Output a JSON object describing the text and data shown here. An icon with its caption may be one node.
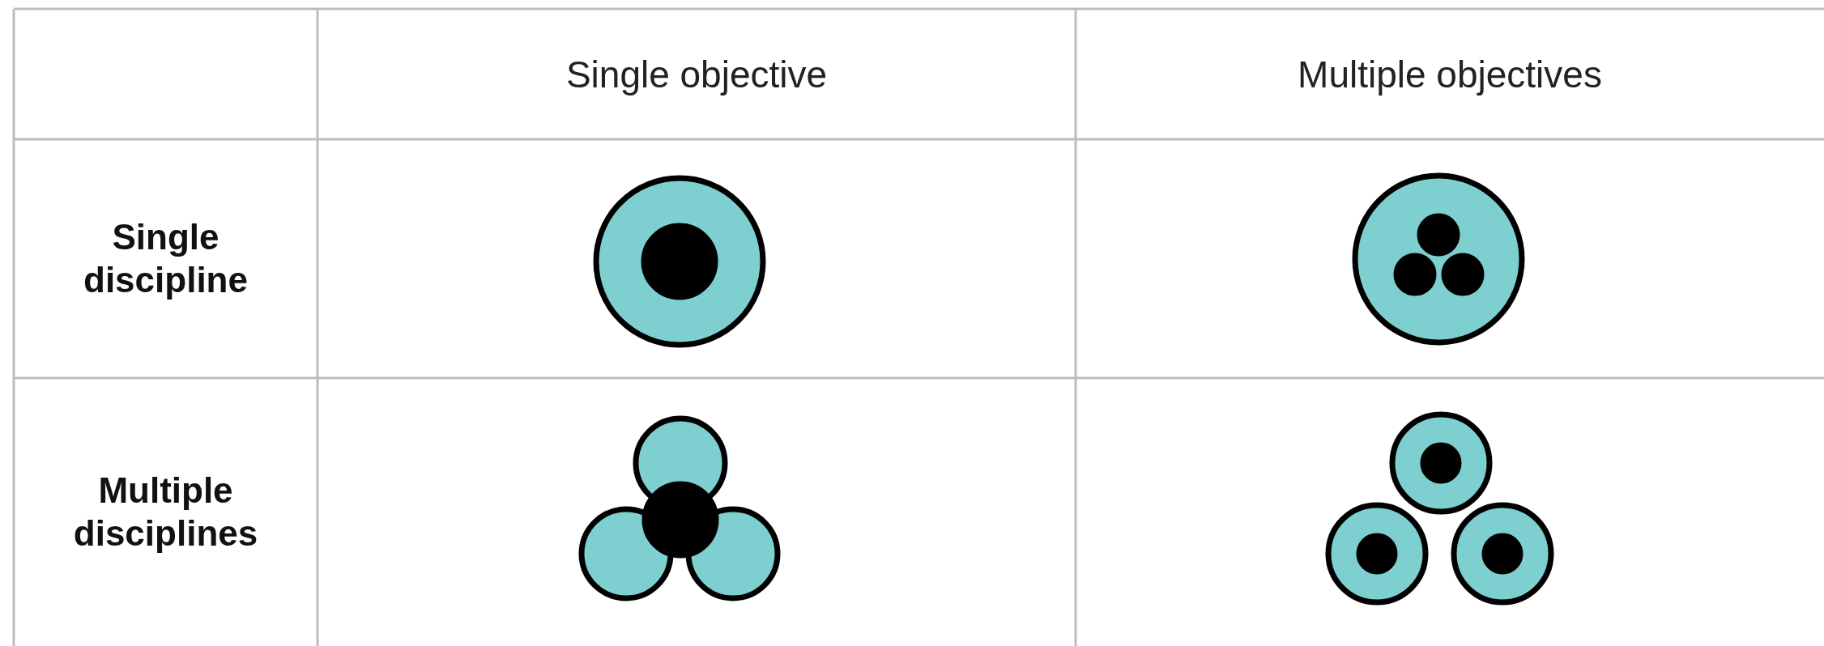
{
  "diagram": {
    "labels": [
      "Single objective",
      "Multiple objectives",
      "Single discipline",
      "Multiple disciplines"
    ]
  }
}
